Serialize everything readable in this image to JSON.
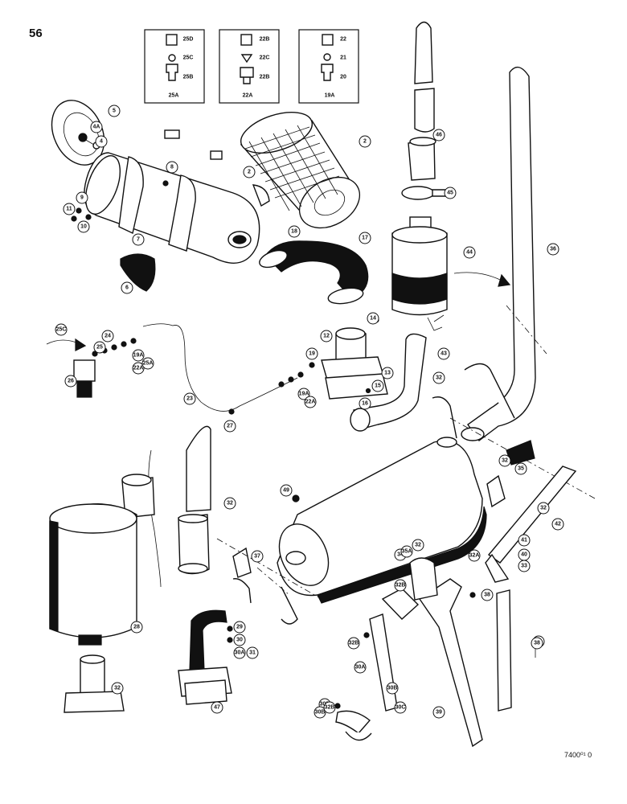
{
  "page": {
    "number": "56",
    "reference": "7400⁰¹ 0"
  },
  "inset_boxes": [
    {
      "top": [
        "25D",
        "25C",
        "25B"
      ],
      "bottom": "25A"
    },
    {
      "top": [
        "22B",
        "22C",
        "22B"
      ],
      "bottom": "22A"
    },
    {
      "top": [
        "22",
        "21",
        "20"
      ],
      "bottom": "19A"
    }
  ],
  "callouts": [
    "5",
    "4A",
    "4",
    "8",
    "2",
    "2",
    "9",
    "11",
    "10",
    "7",
    "6",
    "18",
    "17",
    "45",
    "44",
    "46",
    "36",
    "25C",
    "24",
    "25",
    "19A",
    "22A",
    "25A",
    "26",
    "23",
    "27",
    "12",
    "14",
    "13",
    "19",
    "16",
    "15",
    "19A",
    "22A",
    "43",
    "32",
    "32",
    "35",
    "49",
    "32",
    "37",
    "32A",
    "32",
    "42",
    "41",
    "40",
    "33",
    "34",
    "35A",
    "32",
    "32B",
    "38",
    "48",
    "28",
    "29",
    "30",
    "30A",
    "31",
    "47",
    "32",
    "32B",
    "30A",
    "30B",
    "30C",
    "30D",
    "30B",
    "32B",
    "39",
    "38"
  ]
}
